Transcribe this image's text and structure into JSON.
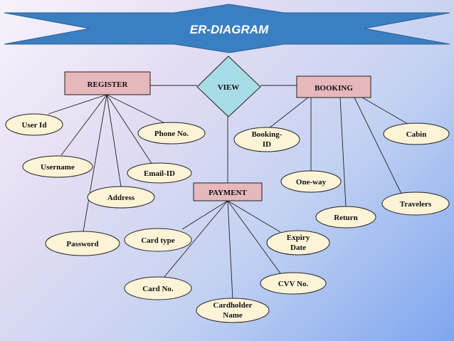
{
  "title": "ER-DIAGRAM",
  "colors": {
    "banner": "#3a7fc1",
    "entity_fill": "#e6b7bb",
    "relationship_fill": "#a7dbe6",
    "attribute_fill": "#fdf3d7",
    "line": "#222222"
  },
  "entities": {
    "register": "REGISTER",
    "booking": "BOOKING",
    "payment": "PAYMENT"
  },
  "relationship": "VIEW",
  "attributes": {
    "user_id": "User Id",
    "username": "Username",
    "password": "Password",
    "address": "Address",
    "email_id": "Email-ID",
    "phone_no": "Phone No.",
    "booking_id_1": "Booking-",
    "booking_id_2": "ID",
    "one_way": "One-way",
    "return": "Return",
    "travelers": "Travelers",
    "cabin": "Cabin",
    "card_type": "Card type",
    "card_no": "Card No.",
    "cardholder_1": "Cardholder",
    "cardholder_2": "Name",
    "cvv_no": "CVV No.",
    "expiry_1": "Expiry",
    "expiry_2": "Date"
  }
}
